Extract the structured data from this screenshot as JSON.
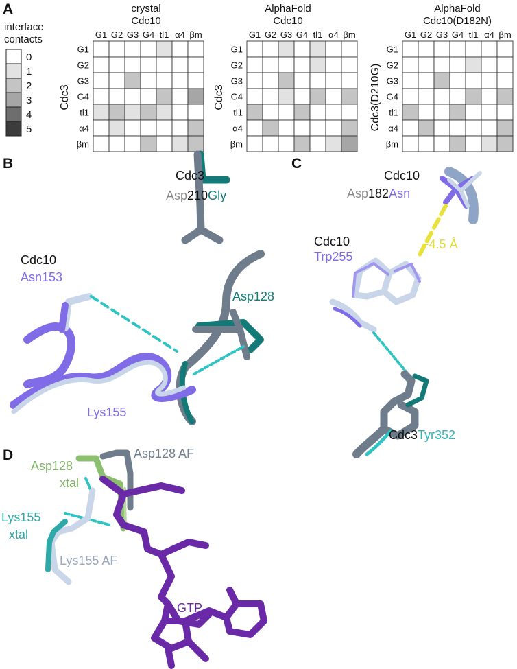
{
  "panels": {
    "a": "A",
    "b": "B",
    "c": "C",
    "d": "D"
  },
  "legend": {
    "title_lines": [
      "interface",
      "contacts"
    ],
    "levels": [
      "0",
      "1",
      "2",
      "3",
      "4",
      "5"
    ],
    "colors": [
      "#ffffff",
      "#e2e2e2",
      "#c4c4c4",
      "#a6a6a6",
      "#6e6e6e",
      "#3c3c3c"
    ]
  },
  "chart_data": {
    "type": "heatmap",
    "columns": [
      "G1",
      "G2",
      "G3",
      "G4",
      "tl1",
      "α4",
      "βm"
    ],
    "rows": [
      "G1",
      "G2",
      "G3",
      "G4",
      "tl1",
      "α4",
      "βm"
    ],
    "matrices": [
      {
        "header": [
          "crystal",
          "Cdc10"
        ],
        "row_axis": "Cdc3",
        "values": [
          [
            0,
            0,
            0,
            0,
            1,
            0,
            0
          ],
          [
            0,
            0,
            0,
            0,
            0,
            0,
            0
          ],
          [
            0,
            0,
            2,
            0,
            0,
            0,
            0
          ],
          [
            0,
            0,
            0,
            0,
            2,
            0,
            3
          ],
          [
            1,
            2,
            1,
            2,
            1,
            0,
            0
          ],
          [
            0,
            1,
            0,
            0,
            0,
            0,
            2
          ],
          [
            0,
            0,
            0,
            2,
            0,
            1,
            2
          ]
        ]
      },
      {
        "header": [
          "AlphaFold",
          "Cdc10"
        ],
        "row_axis": "Cdc3",
        "values": [
          [
            0,
            0,
            1,
            0,
            1,
            0,
            0
          ],
          [
            0,
            0,
            0,
            0,
            1,
            0,
            0
          ],
          [
            0,
            0,
            2,
            0,
            0,
            0,
            0
          ],
          [
            0,
            0,
            1,
            0,
            2,
            0,
            2
          ],
          [
            2,
            0,
            0,
            2,
            0,
            0,
            0
          ],
          [
            0,
            2,
            0,
            0,
            0,
            0,
            2
          ],
          [
            0,
            0,
            0,
            2,
            0,
            1,
            3
          ]
        ]
      },
      {
        "header": [
          "AlphaFold",
          "Cdc10(D182N)"
        ],
        "row_axis": "Cdc3(D210G)",
        "values": [
          [
            0,
            0,
            0,
            0,
            0,
            0,
            0
          ],
          [
            0,
            0,
            0,
            0,
            1,
            0,
            0
          ],
          [
            0,
            0,
            2,
            0,
            0,
            0,
            0
          ],
          [
            0,
            0,
            0,
            0,
            2,
            0,
            2
          ],
          [
            2,
            0,
            0,
            2,
            0,
            0,
            0
          ],
          [
            0,
            2,
            0,
            0,
            0,
            0,
            2
          ],
          [
            0,
            0,
            0,
            2,
            0,
            1,
            2
          ]
        ]
      }
    ]
  },
  "panel_b": {
    "cdc3": "Cdc3",
    "asp210_a": "Asp",
    "asp210_b": "210",
    "asp210_c": "Gly",
    "cdc10": "Cdc10",
    "asn153": "Asn153",
    "asp128": "Asp128",
    "lys155": "Lys155"
  },
  "panel_c": {
    "cdc10_top": "Cdc10",
    "asp182_a": "Asp",
    "asp182_b": "182",
    "asp182_c": "Asn",
    "distance": "~4.5 Å",
    "cdc10_mid": "Cdc10",
    "trp255": "Trp255",
    "cdc3": "Cdc3",
    "tyr352": "Tyr352"
  },
  "panel_d": {
    "asp128_xtal_a": "Asp128",
    "asp128_xtal_b": "xtal",
    "asp128_af": "Asp128 AF",
    "lys155_xtal_a": "Lys155",
    "lys155_xtal_b": "xtal",
    "lys155_af": "Lys155 AF",
    "gtp": "GTP"
  },
  "colors": {
    "slate": "#6f7c8b",
    "slate_light": "#c9d6ea",
    "teal": "#137a78",
    "cyan": "#2fc4c4",
    "violet": "#7f6ce6",
    "yellow": "#e8e23a",
    "green": "#8cbf6e",
    "gtp_purple": "#6a2aa8"
  }
}
